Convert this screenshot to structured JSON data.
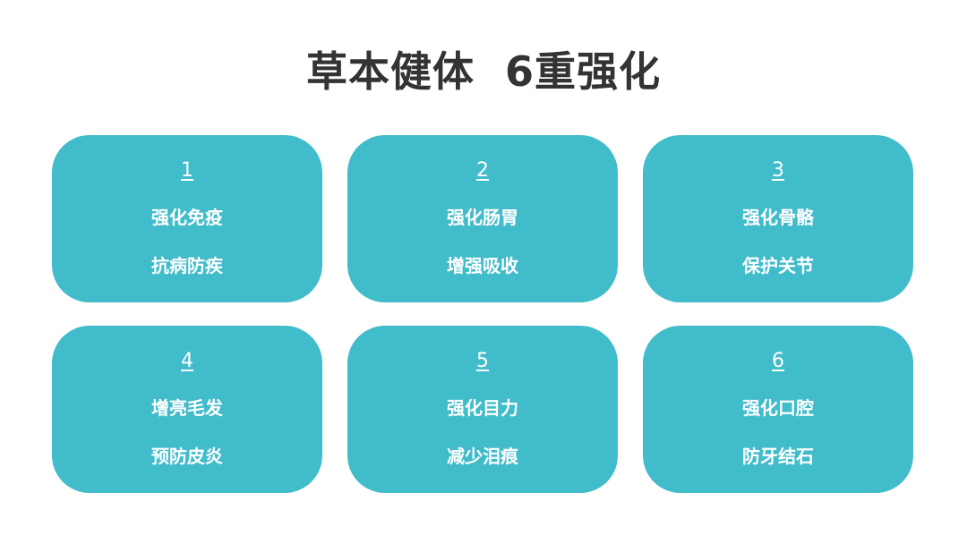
{
  "title": "草本健体  6重强化",
  "cards": [
    {
      "number": "1",
      "line1": "强化免疫",
      "line2": "抗病防疾"
    },
    {
      "number": "2",
      "line1": "强化肠胃",
      "line2": "增强吸收"
    },
    {
      "number": "3",
      "line1": "强化骨骼",
      "line2": "保护关节"
    },
    {
      "number": "4",
      "line1": "增亮毛发",
      "line2": "预防皮炎"
    },
    {
      "number": "5",
      "line1": "强化目力",
      "line2": "减少泪痕"
    },
    {
      "number": "6",
      "line1": "强化口腔",
      "line2": "防牙结石"
    }
  ],
  "colors": {
    "card_background": "#41bcca",
    "title_text": "#333333",
    "card_text": "#ffffff"
  }
}
